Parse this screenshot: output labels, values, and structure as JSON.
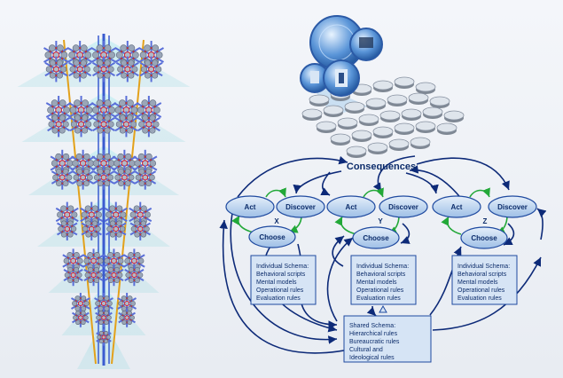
{
  "title": "Consequences",
  "agents": [
    {
      "letter": "X",
      "act": "Act",
      "discover": "Discover",
      "choose": "Choose",
      "schema": [
        "Individual Schema:",
        "Behavioral scripts",
        "Mental models",
        "Operational rules",
        "Evaluation rules"
      ]
    },
    {
      "letter": "Y",
      "act": "Act",
      "discover": "Discover",
      "choose": "Choose",
      "schema": [
        "Individual Schema:",
        "Behavioral scripts",
        "Mental models",
        "Operational rules",
        "Evaluation rules"
      ]
    },
    {
      "letter": "Z",
      "act": "Act",
      "discover": "Discover",
      "choose": "Choose",
      "schema": [
        "Individual Schema:",
        "Behavioral scripts",
        "Mental models",
        "Operational rules",
        "Evaluation rules"
      ]
    }
  ],
  "shared_schema": [
    "Shared Schema:",
    "Hierarchical  rules",
    "Bureaucratic rules",
    "Cultural and",
    "Ideological rules"
  ],
  "colors": {
    "node_fill": "#b9d3ef",
    "node_stroke": "#1f4aa0",
    "arrow_dark": "#0d2a78",
    "arrow_green": "#22a838",
    "box_fill": "#d6e4f5",
    "tree_red": "#d9232a",
    "tree_trunk": "#3a5bd0",
    "cone": "#aee5ea"
  }
}
